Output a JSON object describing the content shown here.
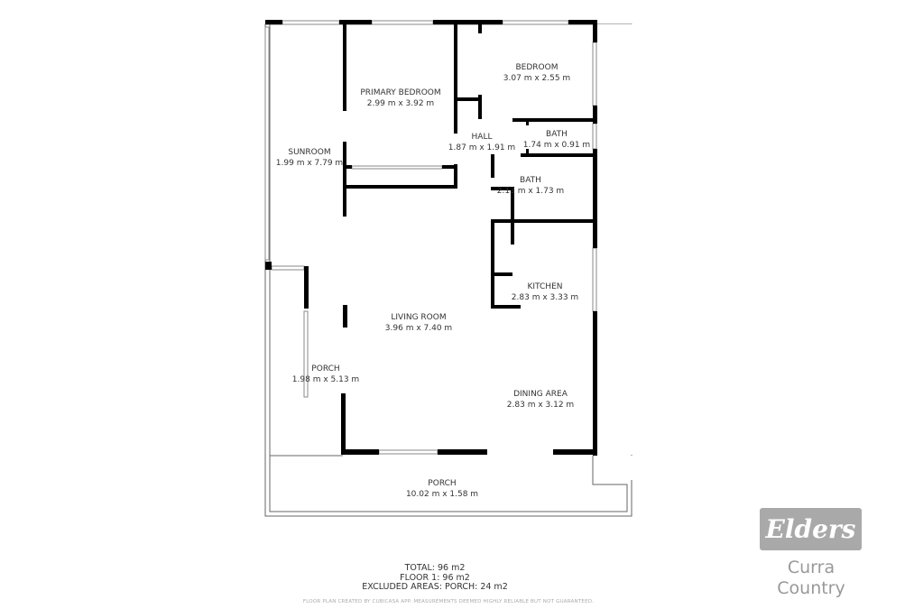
{
  "rooms": [
    {
      "name": "PRIMARY BEDROOM",
      "size": "2.99 m x 3.92 m"
    },
    {
      "name": "BEDROOM",
      "size": "3.07 m x 2.55 m"
    },
    {
      "name": "HALL",
      "size": "1.87 m x 1.91 m"
    },
    {
      "name": "BATH",
      "size": "1.74 m x 0.91 m"
    },
    {
      "name": "SUNROOM",
      "size": "1.99 m x 7.79 m"
    },
    {
      "name": "BATH",
      "size": "2.13 m x 1.73 m"
    },
    {
      "name": "KITCHEN",
      "size": "2.83 m x 3.33 m"
    },
    {
      "name": "LIVING ROOM",
      "size": "3.96 m x 7.40 m"
    },
    {
      "name": "PORCH",
      "size": "1.98 m x 5.13 m"
    },
    {
      "name": "DINING AREA",
      "size": "2.83 m x 3.12 m"
    },
    {
      "name": "PORCH",
      "size": "10.02 m x 1.58 m"
    }
  ],
  "totals": {
    "total": "TOTAL: 96 m2",
    "floor": "FLOOR 1: 96 m2",
    "excluded": "EXCLUDED AREAS: PORCH: 24 m2"
  },
  "disclaimer": "FLOOR PLAN CREATED BY CUBICASA APP. MEASUREMENTS DEEMED HIGHLY RELIABLE BUT NOT GUARANTEED.",
  "branding": {
    "logo": "Elders",
    "office_line1": "Curra",
    "office_line2": "Country",
    "logo_color": "#a9a9a9"
  }
}
